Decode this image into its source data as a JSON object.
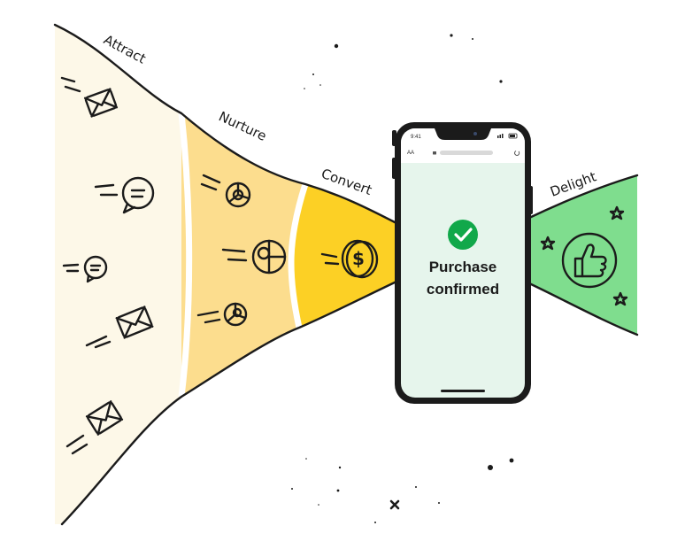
{
  "stages": [
    {
      "id": "attract",
      "label": "Attract",
      "color": "#fdf8e8"
    },
    {
      "id": "nurture",
      "label": "Nurture",
      "color": "#fcdd8e"
    },
    {
      "id": "convert",
      "label": "Convert",
      "color": "#fcd025"
    },
    {
      "id": "delight",
      "label": "Delight",
      "color": "#7fdd8e"
    }
  ],
  "phone": {
    "status_time": "9:41",
    "address_bar_prefix": "AA",
    "screen_color": "#e6f5ec",
    "check_color": "#11a84a",
    "message_line1": "Purchase",
    "message_line2": "confirmed"
  },
  "icons": {
    "attract": [
      "envelope-icon",
      "chat-bubble-icon",
      "chat-bubble-icon",
      "envelope-icon",
      "envelope-icon"
    ],
    "nurture": [
      "pie-chart-icon",
      "pie-chart-icon",
      "pie-chart-icon"
    ],
    "convert": [
      "dollar-coin-icon"
    ],
    "delight": [
      "thumbs-up-icon",
      "star-icon",
      "star-icon",
      "star-icon"
    ]
  }
}
